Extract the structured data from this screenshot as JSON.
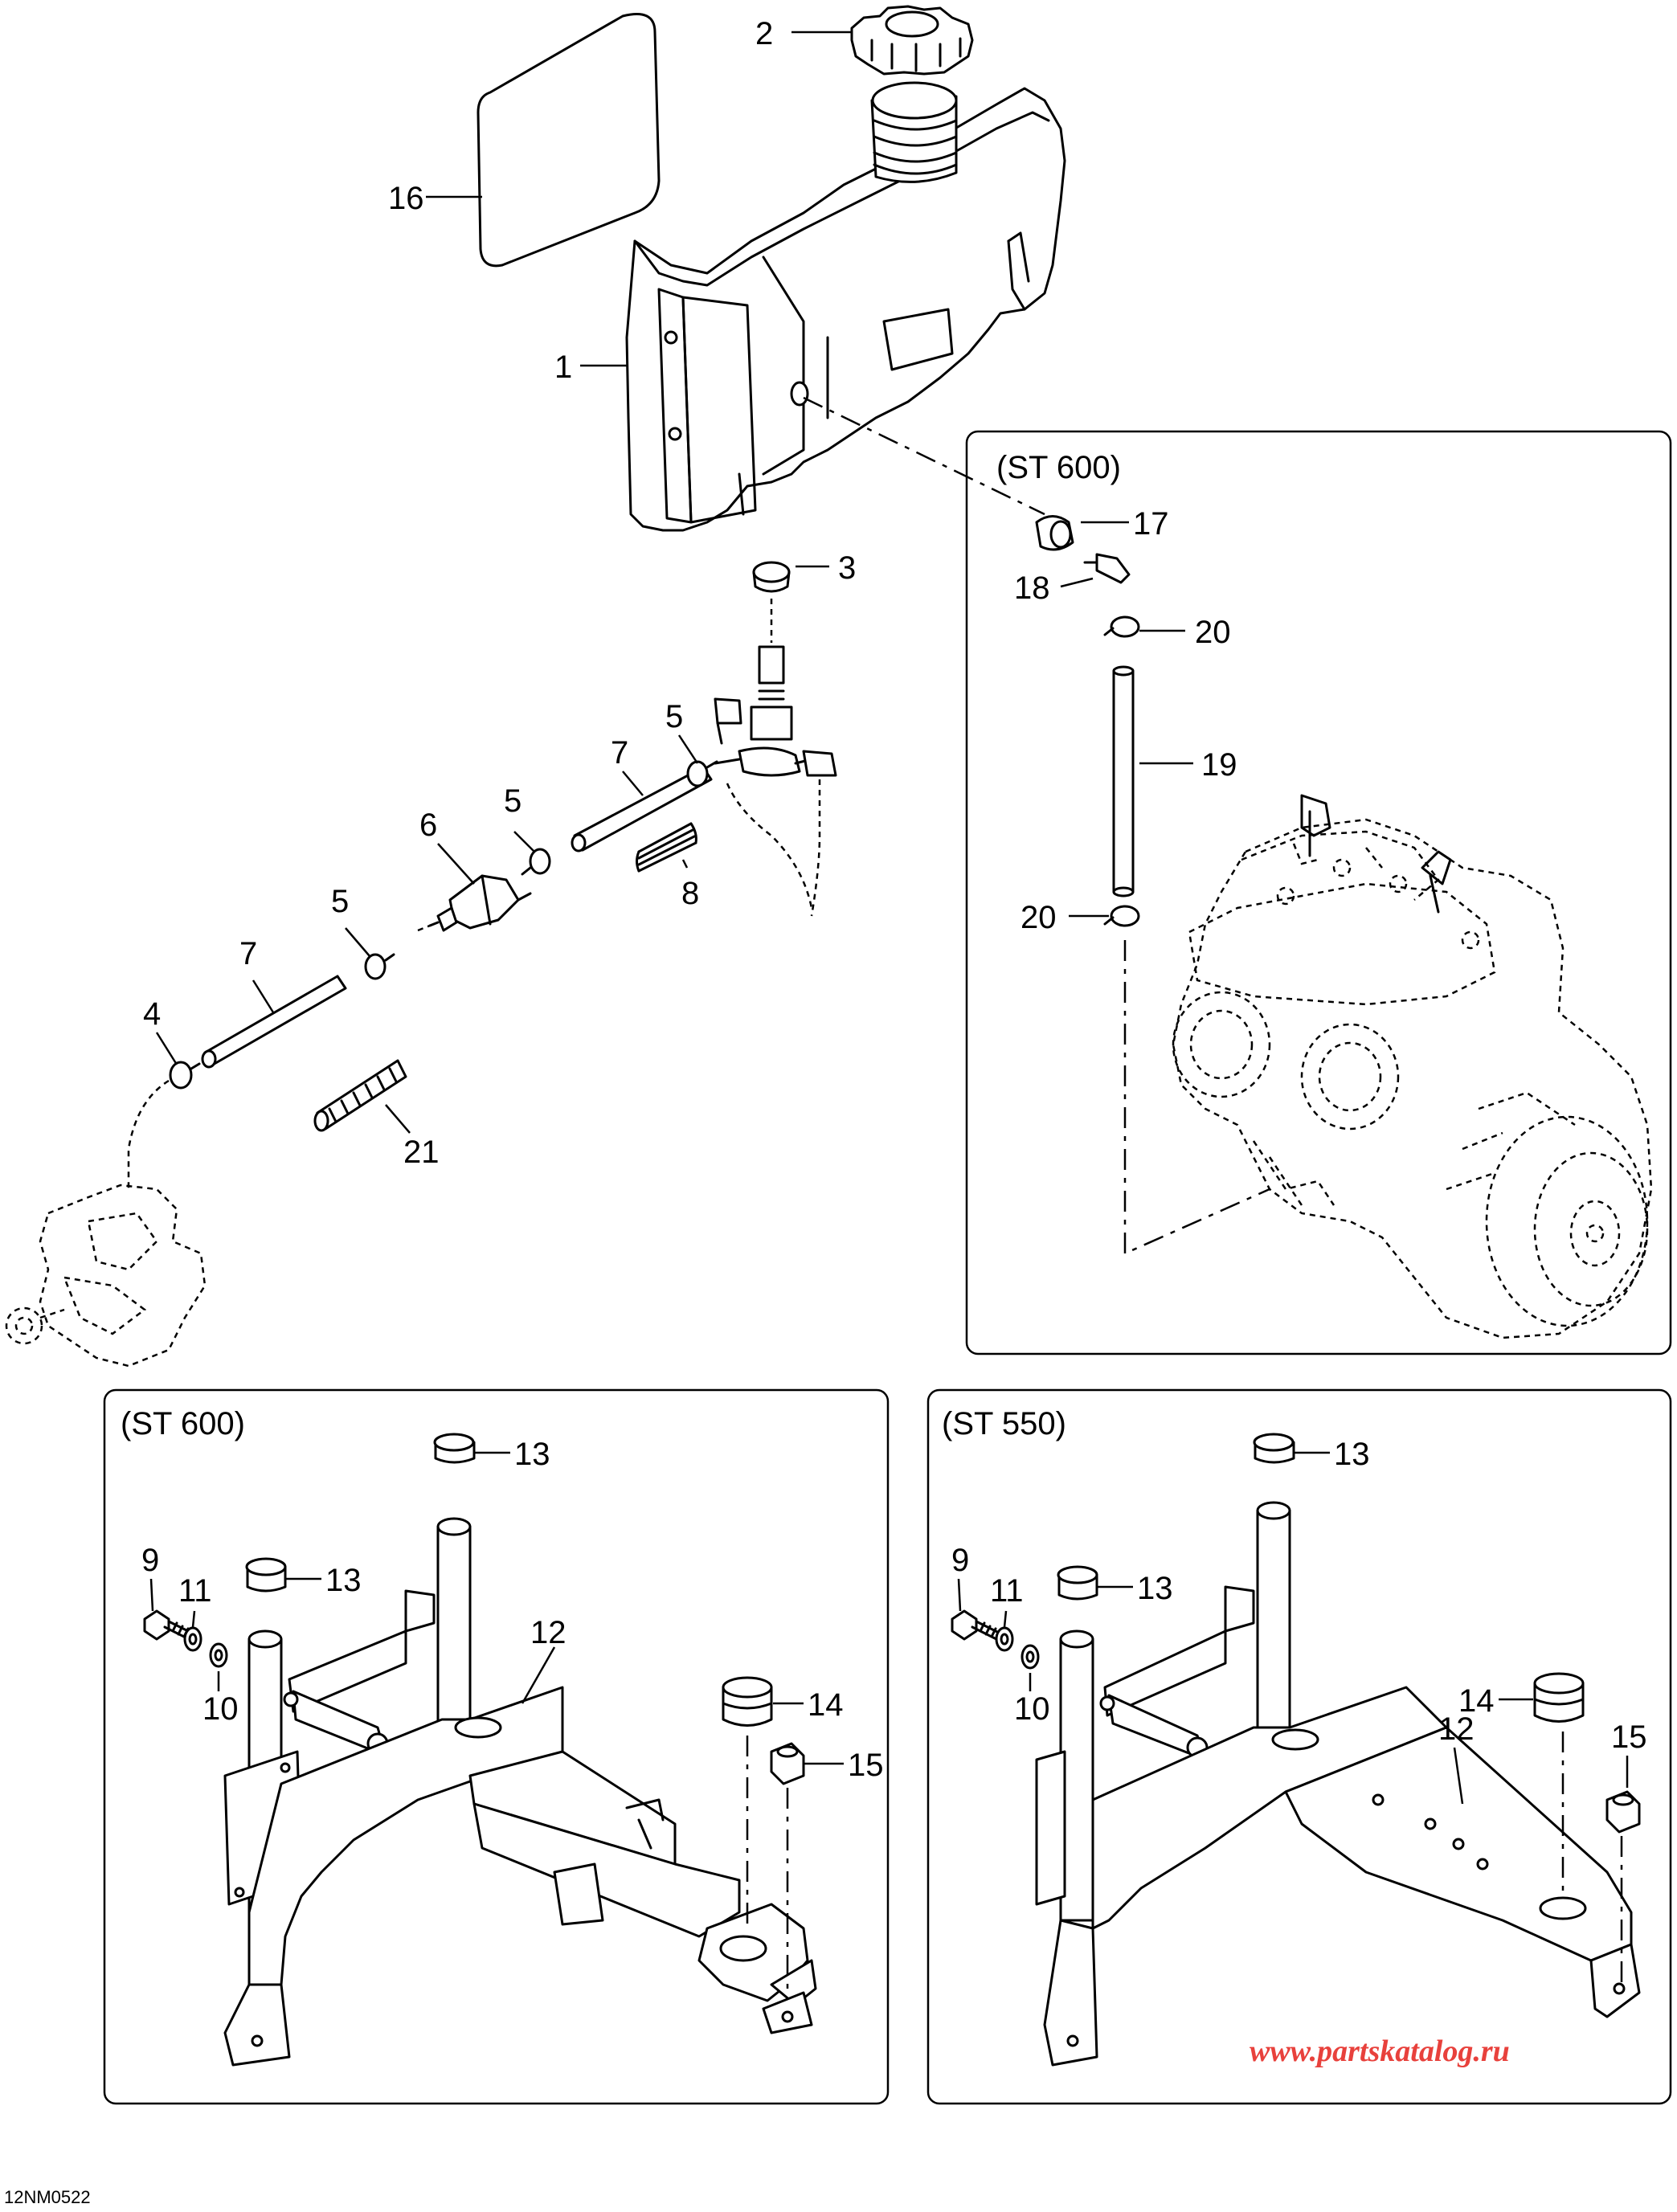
{
  "callouts": {
    "c1": "1",
    "c2": "2",
    "c3": "3",
    "c4": "4",
    "c5a": "5",
    "c5b": "5",
    "c5c": "5",
    "c6": "6",
    "c7a": "7",
    "c7b": "7",
    "c8": "8",
    "c16": "16",
    "c17": "17",
    "c18": "18",
    "c19": "19",
    "c20a": "20",
    "c20b": "20",
    "c21": "21",
    "p1_9": "9",
    "p1_10": "10",
    "p1_11": "11",
    "p1_12": "12",
    "p1_13a": "13",
    "p1_13b": "13",
    "p1_14": "14",
    "p1_15": "15",
    "p2_9": "9",
    "p2_10": "10",
    "p2_11": "11",
    "p2_12": "12",
    "p2_13a": "13",
    "p2_13b": "13",
    "p2_14": "14",
    "p2_15": "15"
  },
  "panels": {
    "engine_title": "(ST 600)",
    "bracket_left_title": "(ST 600)",
    "bracket_right_title": "(ST 550)"
  },
  "footer": {
    "code": "12NM0522",
    "watermark": "www.partskatalog.ru"
  },
  "colors": {
    "line": "#000000",
    "watermark": "#e8413c"
  }
}
